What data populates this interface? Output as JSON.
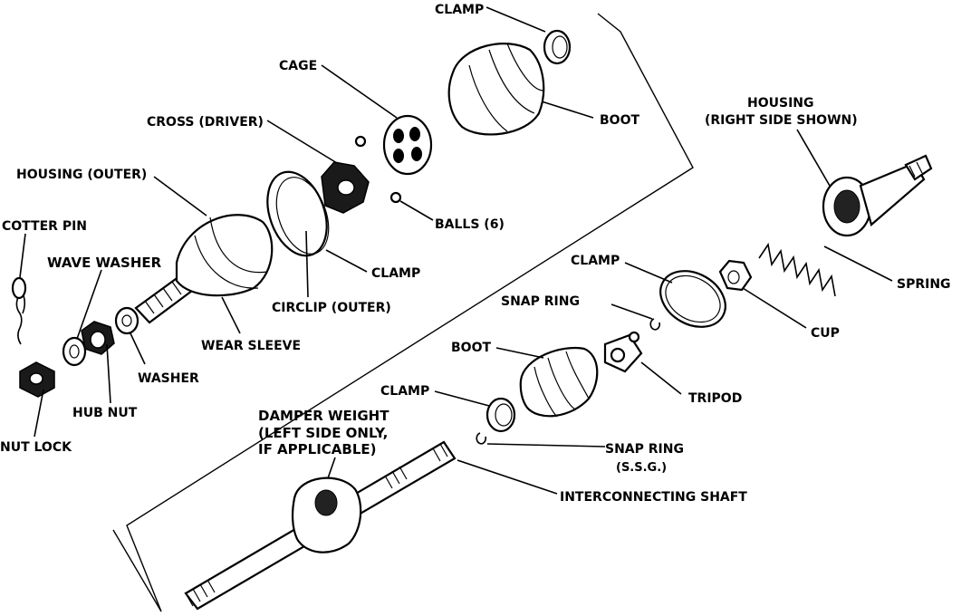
{
  "labels": {
    "clamp_top": "CLAMP",
    "cage": "CAGE",
    "boot_top": "BOOT",
    "cross_driver": "CROSS (DRIVER)",
    "housing_outer": "HOUSING (OUTER)",
    "housing_right_1": "HOUSING",
    "housing_right_2": "(RIGHT SIDE SHOWN)",
    "balls": "BALLS (6)",
    "cotter_pin": "COTTER PIN",
    "wave_washer": "WAVE WASHER",
    "clamp_mid": "CLAMP",
    "circlip_outer": "CIRCLIP (OUTER)",
    "clamp_right": "CLAMP",
    "spring": "SPRING",
    "snap_ring_1": "SNAP RING",
    "cup": "CUP",
    "wear_sleeve": "WEAR SLEEVE",
    "washer": "WASHER",
    "boot_lower": "BOOT",
    "hub_nut": "HUB NUT",
    "clamp_lower": "CLAMP",
    "tripod": "TRIPOD",
    "damper_1": "DAMPER WEIGHT",
    "damper_2": "(LEFT SIDE ONLY,",
    "damper_3": "IF APPLICABLE)",
    "snap_ring_2": "SNAP RING",
    "ssg": "(S.S.G.)",
    "nut_lock": "NUT LOCK",
    "interconnecting_shaft": "INTERCONNECTING SHAFT"
  }
}
